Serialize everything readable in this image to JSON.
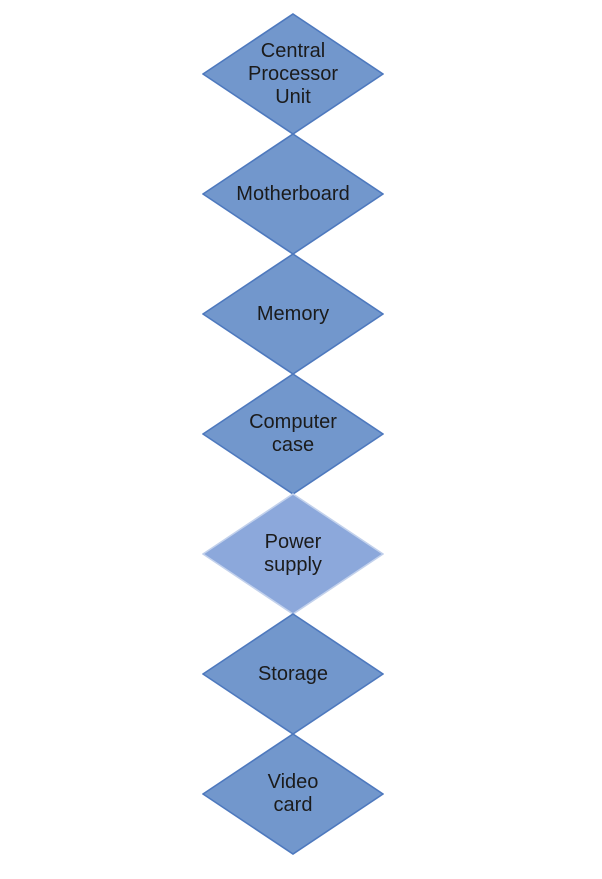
{
  "diagram": {
    "type": "diamond-stack-flow",
    "background": "#FFFFFF",
    "text_color": "#1B1B1B",
    "node_colors": {
      "default_fill": "#7297CC",
      "default_stroke": "#4E79BE",
      "light_fill": "#8CA8DB",
      "light_stroke": "#C2D1EC"
    },
    "nodes": [
      {
        "label": "Central\nProcessor\nUnit",
        "fill": "#7297CC",
        "stroke": "#4E79BE"
      },
      {
        "label": "Motherboard",
        "fill": "#7297CC",
        "stroke": "#4E79BE"
      },
      {
        "label": "Memory",
        "fill": "#7297CC",
        "stroke": "#4E79BE"
      },
      {
        "label": "Computer\ncase",
        "fill": "#7297CC",
        "stroke": "#4E79BE"
      },
      {
        "label": "Power\nsupply",
        "fill": "#8CA8DB",
        "stroke": "#C2D1EC"
      },
      {
        "label": "Storage",
        "fill": "#7297CC",
        "stroke": "#4E79BE"
      },
      {
        "label": "Video\ncard",
        "fill": "#7297CC",
        "stroke": "#4E79BE"
      }
    ]
  }
}
